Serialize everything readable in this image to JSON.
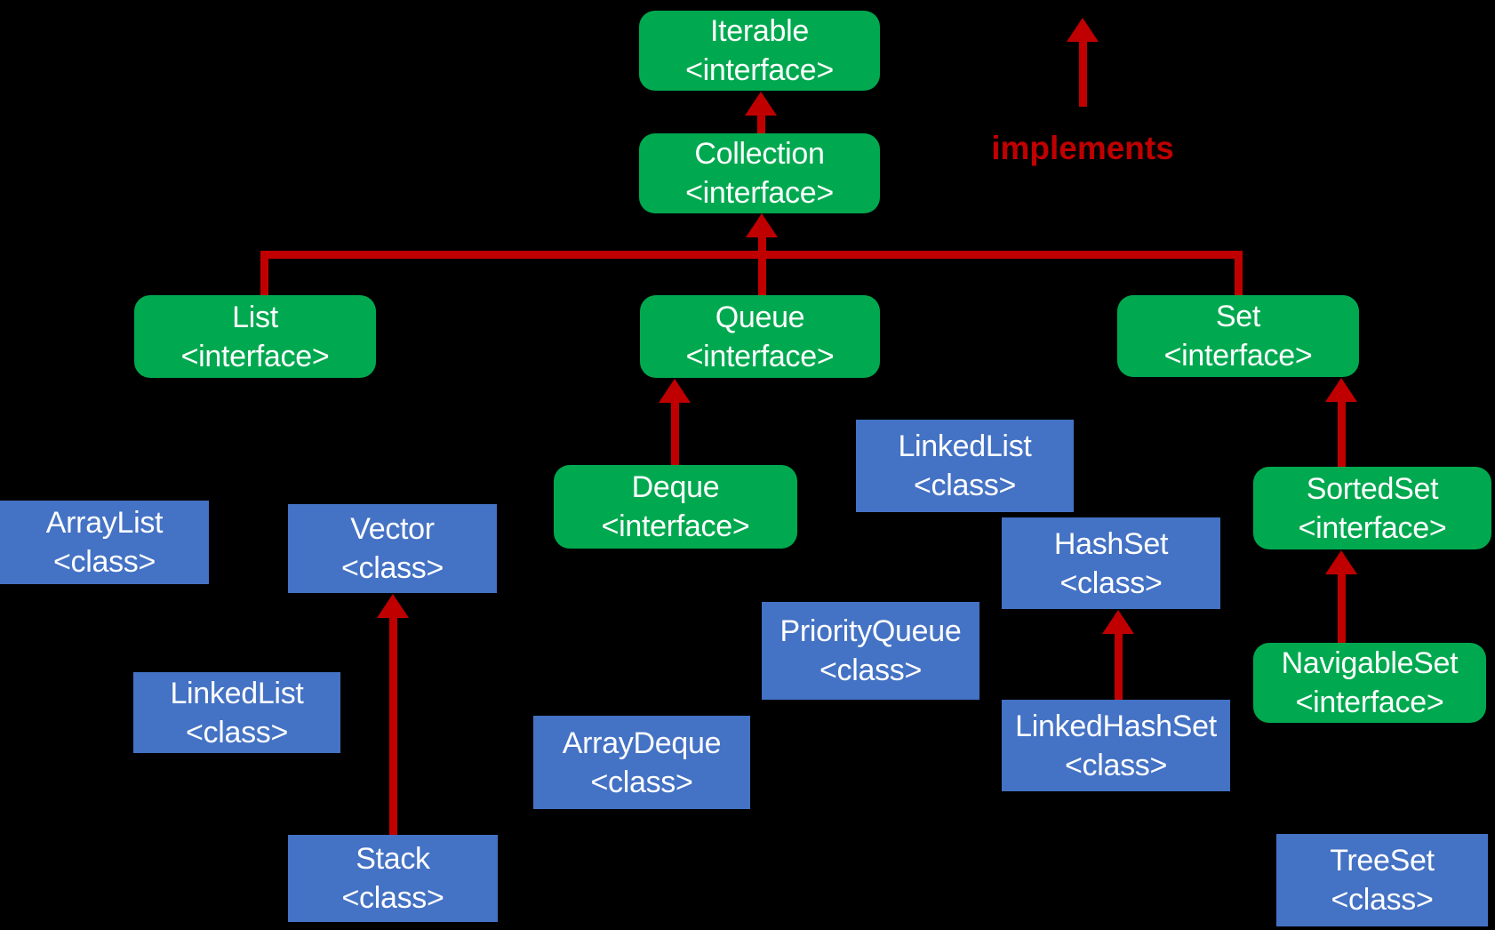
{
  "colors": {
    "bg": "#000000",
    "green": "#00A94F",
    "blue": "#4472C4",
    "red": "#C00000",
    "text": "#FFFFFF"
  },
  "legend": {
    "label": "implements"
  },
  "nodes": [
    {
      "id": "iterable",
      "label": "Iterable",
      "stereotype": "<interface>",
      "kind": "interface"
    },
    {
      "id": "collection",
      "label": "Collection",
      "stereotype": "<interface>",
      "kind": "interface"
    },
    {
      "id": "list",
      "label": "List",
      "stereotype": "<interface>",
      "kind": "interface"
    },
    {
      "id": "queue",
      "label": "Queue",
      "stereotype": "<interface>",
      "kind": "interface"
    },
    {
      "id": "set",
      "label": "Set",
      "stereotype": "<interface>",
      "kind": "interface"
    },
    {
      "id": "deque",
      "label": "Deque",
      "stereotype": "<interface>",
      "kind": "interface"
    },
    {
      "id": "sortedset",
      "label": "SortedSet",
      "stereotype": "<interface>",
      "kind": "interface"
    },
    {
      "id": "navigableset",
      "label": "NavigableSet",
      "stereotype": "<interface>",
      "kind": "interface"
    },
    {
      "id": "arraylist",
      "label": "ArrayList",
      "stereotype": "<class>",
      "kind": "class"
    },
    {
      "id": "vector",
      "label": "Vector",
      "stereotype": "<class>",
      "kind": "class"
    },
    {
      "id": "linkedlist-queue",
      "label": "LinkedList",
      "stereotype": "<class>",
      "kind": "class"
    },
    {
      "id": "hashset",
      "label": "HashSet",
      "stereotype": "<class>",
      "kind": "class"
    },
    {
      "id": "priorityqueue",
      "label": "PriorityQueue",
      "stereotype": "<class>",
      "kind": "class"
    },
    {
      "id": "linkedlist-list",
      "label": "LinkedList",
      "stereotype": "<class>",
      "kind": "class"
    },
    {
      "id": "arraydeque",
      "label": "ArrayDeque",
      "stereotype": "<class>",
      "kind": "class"
    },
    {
      "id": "linkedhashset",
      "label": "LinkedHashSet",
      "stereotype": "<class>",
      "kind": "class"
    },
    {
      "id": "stack",
      "label": "Stack",
      "stereotype": "<class>",
      "kind": "class"
    },
    {
      "id": "treeset",
      "label": "TreeSet",
      "stereotype": "<class>",
      "kind": "class"
    }
  ],
  "edges": [
    {
      "from": "Collection",
      "to": "Iterable"
    },
    {
      "from": "List",
      "to": "Collection"
    },
    {
      "from": "Queue",
      "to": "Collection"
    },
    {
      "from": "Set",
      "to": "Collection"
    },
    {
      "from": "Deque",
      "to": "Queue"
    },
    {
      "from": "SortedSet",
      "to": "Set"
    },
    {
      "from": "NavigableSet",
      "to": "SortedSet"
    },
    {
      "from": "LinkedHashSet",
      "to": "HashSet"
    },
    {
      "from": "Stack",
      "to": "Vector"
    }
  ]
}
